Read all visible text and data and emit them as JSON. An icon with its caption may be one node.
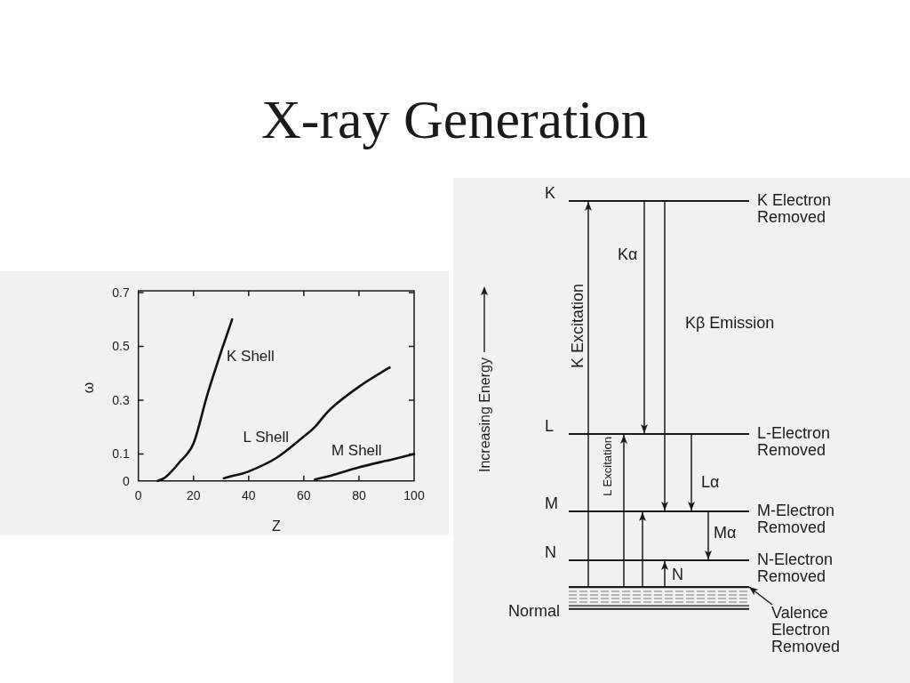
{
  "diagram": {
    "title": "X-ray Generation",
    "nodes": [
      {
        "text": [
          "K"
        ],
        "beside": [
          "K Electron Removed"
        ]
      },
      {
        "text": [
          "L"
        ],
        "beside": [
          "L-Electron Removed"
        ]
      },
      {
        "text": [
          "M"
        ],
        "beside": [
          "M-Electron Removed"
        ]
      },
      {
        "text": [
          "N"
        ],
        "beside": [
          "N-Electron Removed"
        ]
      },
      {
        "text": [
          "Normal"
        ]
      },
      {
        "text": [
          "Valence Electron Removed"
        ]
      }
    ],
    "edges": [
      {
        "from": 4,
        "to": 0,
        "arrow": "to",
        "label": "K Excitation"
      },
      {
        "from": 0,
        "to": 1,
        "arrow": "to",
        "label": "Kα"
      },
      {
        "from": 0,
        "to": 2,
        "arrow": "to",
        "label": "Kβ Emission"
      },
      {
        "from": 4,
        "to": 1,
        "arrow": "to",
        "label": "L Excitation"
      },
      {
        "from": 4,
        "to": 2,
        "arrow": "to"
      },
      {
        "from": 1,
        "to": 2,
        "arrow": "to",
        "label": "Lα"
      },
      {
        "from": 2,
        "to": 3,
        "arrow": "to",
        "label": "Mα"
      },
      {
        "from": 4,
        "to": 3,
        "arrow": "to",
        "label": "N"
      },
      {
        "from": 5,
        "to": 4,
        "arrow": "to"
      }
    ],
    "labels": [
      "Increasing Energy"
    ],
    "chart_data": {
      "type": "line",
      "xlabel": "Z",
      "ylabel": "ω",
      "x": [
        7,
        10,
        15,
        20,
        25,
        30,
        31,
        34,
        40,
        50,
        60,
        64,
        70,
        80,
        90,
        91,
        100
      ],
      "series": [
        {
          "name": "K Shell",
          "color": "#111111",
          "values": [
            0,
            0.015,
            0.07,
            0.14,
            0.32,
            0.48,
            0.51,
            0.6,
            null,
            null,
            null,
            null,
            null,
            null,
            null,
            null,
            null
          ]
        },
        {
          "name": "L Shell",
          "color": "#111111",
          "values": [
            null,
            null,
            null,
            null,
            null,
            null,
            0.01,
            0.018,
            0.035,
            0.085,
            0.165,
            0.2,
            0.27,
            0.35,
            0.415,
            0.42,
            null
          ]
        },
        {
          "name": "M Shell",
          "color": "#111111",
          "values": [
            null,
            null,
            null,
            null,
            null,
            null,
            null,
            null,
            null,
            null,
            null,
            0.005,
            0.02,
            0.05,
            0.075,
            0.077,
            0.1
          ]
        }
      ],
      "xlim": [
        0,
        100
      ],
      "ylim": [
        0,
        0.7
      ],
      "xticks": [
        0,
        20,
        40,
        60,
        80,
        100
      ],
      "yticks": [
        0,
        0.1,
        0.3,
        0.5,
        0.7
      ]
    }
  }
}
